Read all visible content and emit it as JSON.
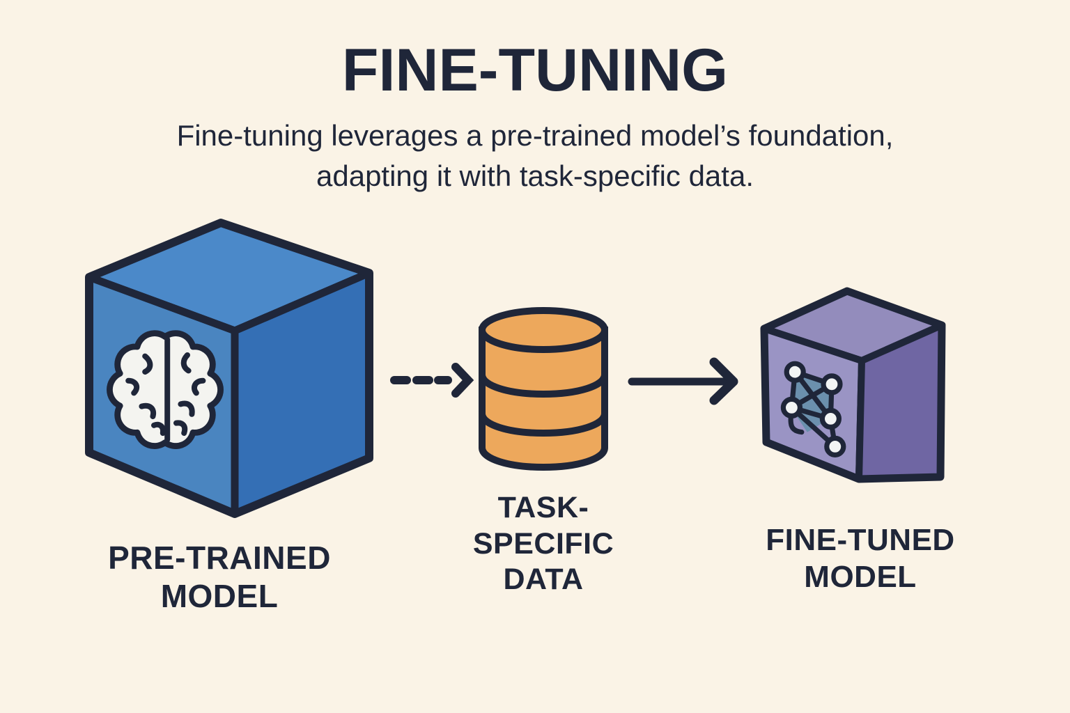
{
  "theme": {
    "background": "#faf3e6",
    "ink": "#1f2639",
    "blue_top": "#4b89c9",
    "blue_left": "#4a85c0",
    "blue_right": "#346fb5",
    "purple_top": "#938cbc",
    "purple_left": "#9a94c4",
    "purple_right": "#6f66a3",
    "orange": "#eda85c",
    "brain_fill": "#f4f4f0",
    "node_fill": "#f2f4f4",
    "net_fill": "#6b90ad"
  },
  "header": {
    "title": "FINE-TUNING",
    "subtitle": "Fine-tuning leverages a pre-trained model’s foundation,\nadapting it with task-specific data."
  },
  "diagram": {
    "nodes": [
      {
        "id": "pretrained-model",
        "label": "PRE-TRAINED\nMODEL",
        "shape": "cube",
        "icon": "brain-icon"
      },
      {
        "id": "task-specific-data",
        "label": "TASK-\nSPECIFIC\nDATA",
        "shape": "database-cylinder",
        "icon": "database-icon"
      },
      {
        "id": "fine-tuned-model",
        "label": "FINE-TUNED\nMODEL",
        "shape": "cube",
        "icon": "neural-network-icon"
      }
    ],
    "connectors": [
      {
        "from": "pretrained-model",
        "to": "task-specific-data",
        "style": "dashed-arrow"
      },
      {
        "from": "task-specific-data",
        "to": "fine-tuned-model",
        "style": "solid-arrow"
      }
    ]
  }
}
